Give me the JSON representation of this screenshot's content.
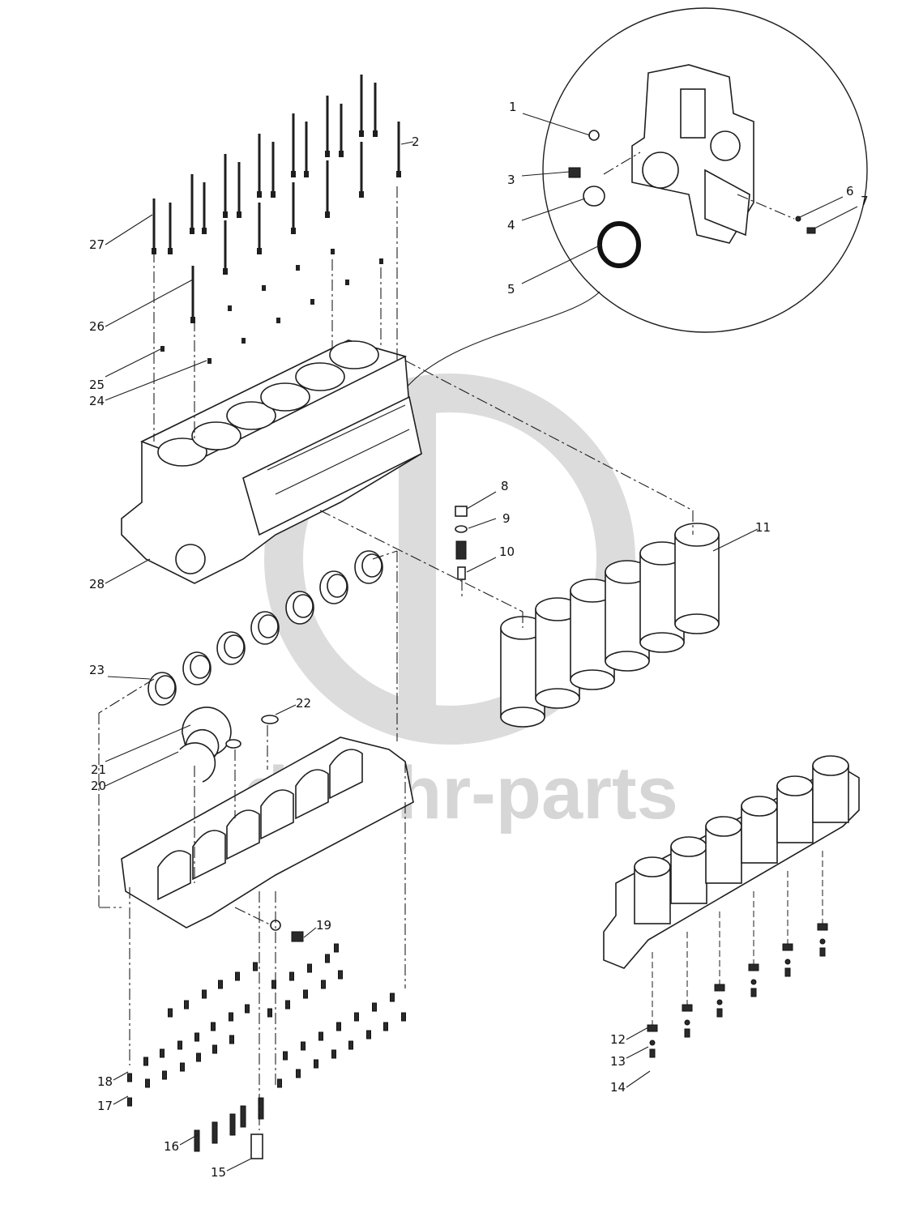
{
  "watermark": {
    "text": "dtechr-parts",
    "color": "#d6d6d6"
  },
  "callouts": [
    {
      "id": "c1",
      "label": "1"
    },
    {
      "id": "c2",
      "label": "2"
    },
    {
      "id": "c3",
      "label": "3"
    },
    {
      "id": "c4",
      "label": "4"
    },
    {
      "id": "c5",
      "label": "5"
    },
    {
      "id": "c6",
      "label": "6"
    },
    {
      "id": "c7",
      "label": "7"
    },
    {
      "id": "c8",
      "label": "8"
    },
    {
      "id": "c9",
      "label": "9"
    },
    {
      "id": "c10",
      "label": "10"
    },
    {
      "id": "c11",
      "label": "11"
    },
    {
      "id": "c12",
      "label": "12"
    },
    {
      "id": "c13",
      "label": "13"
    },
    {
      "id": "c14",
      "label": "14"
    },
    {
      "id": "c15",
      "label": "15"
    },
    {
      "id": "c16",
      "label": "16"
    },
    {
      "id": "c17",
      "label": "17"
    },
    {
      "id": "c18",
      "label": "18"
    },
    {
      "id": "c19",
      "label": "19"
    },
    {
      "id": "c20",
      "label": "20"
    },
    {
      "id": "c21",
      "label": "21"
    },
    {
      "id": "c22",
      "label": "22"
    },
    {
      "id": "c23",
      "label": "23"
    },
    {
      "id": "c24",
      "label": "24"
    },
    {
      "id": "c25",
      "label": "25"
    },
    {
      "id": "c26",
      "label": "26"
    },
    {
      "id": "c27",
      "label": "27"
    },
    {
      "id": "c28",
      "label": "28"
    }
  ]
}
